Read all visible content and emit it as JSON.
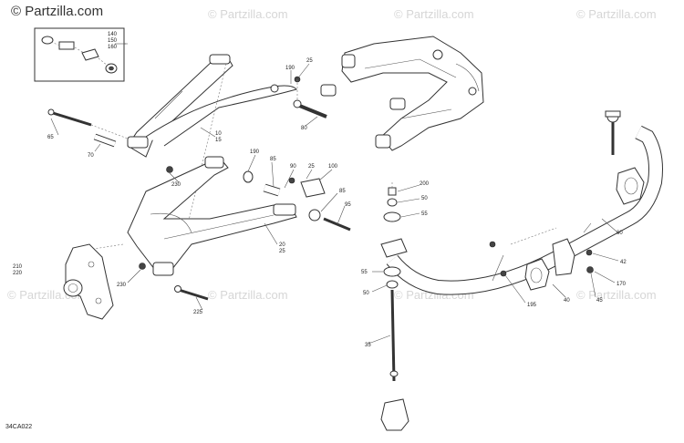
{
  "watermarks": {
    "main": "© Partzilla.com",
    "repeat": "© Partzilla.com"
  },
  "diagram_code": "34CA022",
  "callouts": [
    {
      "id": "c140",
      "text": "140"
    },
    {
      "id": "c150",
      "text": "150"
    },
    {
      "id": "c160",
      "text": "160"
    },
    {
      "id": "c190a",
      "text": "190"
    },
    {
      "id": "c25a",
      "text": "25"
    },
    {
      "id": "c65",
      "text": "65"
    },
    {
      "id": "c70",
      "text": "70"
    },
    {
      "id": "c10",
      "text": "10"
    },
    {
      "id": "c15",
      "text": "15"
    },
    {
      "id": "c80",
      "text": "80"
    },
    {
      "id": "c190b",
      "text": "190"
    },
    {
      "id": "c85a",
      "text": "85"
    },
    {
      "id": "c90",
      "text": "90"
    },
    {
      "id": "c25b",
      "text": "25"
    },
    {
      "id": "c100",
      "text": "100"
    },
    {
      "id": "c85b",
      "text": "85"
    },
    {
      "id": "c95",
      "text": "95"
    },
    {
      "id": "c230a",
      "text": "230"
    },
    {
      "id": "c20",
      "text": "20"
    },
    {
      "id": "c25c",
      "text": "25"
    },
    {
      "id": "c210",
      "text": "210"
    },
    {
      "id": "c220",
      "text": "220"
    },
    {
      "id": "c230b",
      "text": "230"
    },
    {
      "id": "c225",
      "text": "225"
    },
    {
      "id": "c200",
      "text": "200"
    },
    {
      "id": "c50a",
      "text": "50"
    },
    {
      "id": "c55a",
      "text": "55"
    },
    {
      "id": "c60",
      "text": "60"
    },
    {
      "id": "c55b",
      "text": "55"
    },
    {
      "id": "c50b",
      "text": "50"
    },
    {
      "id": "c195",
      "text": "195"
    },
    {
      "id": "c40",
      "text": "40"
    },
    {
      "id": "c45",
      "text": "45"
    },
    {
      "id": "c42",
      "text": "42"
    },
    {
      "id": "c170",
      "text": "170"
    },
    {
      "id": "c35",
      "text": "35"
    }
  ]
}
